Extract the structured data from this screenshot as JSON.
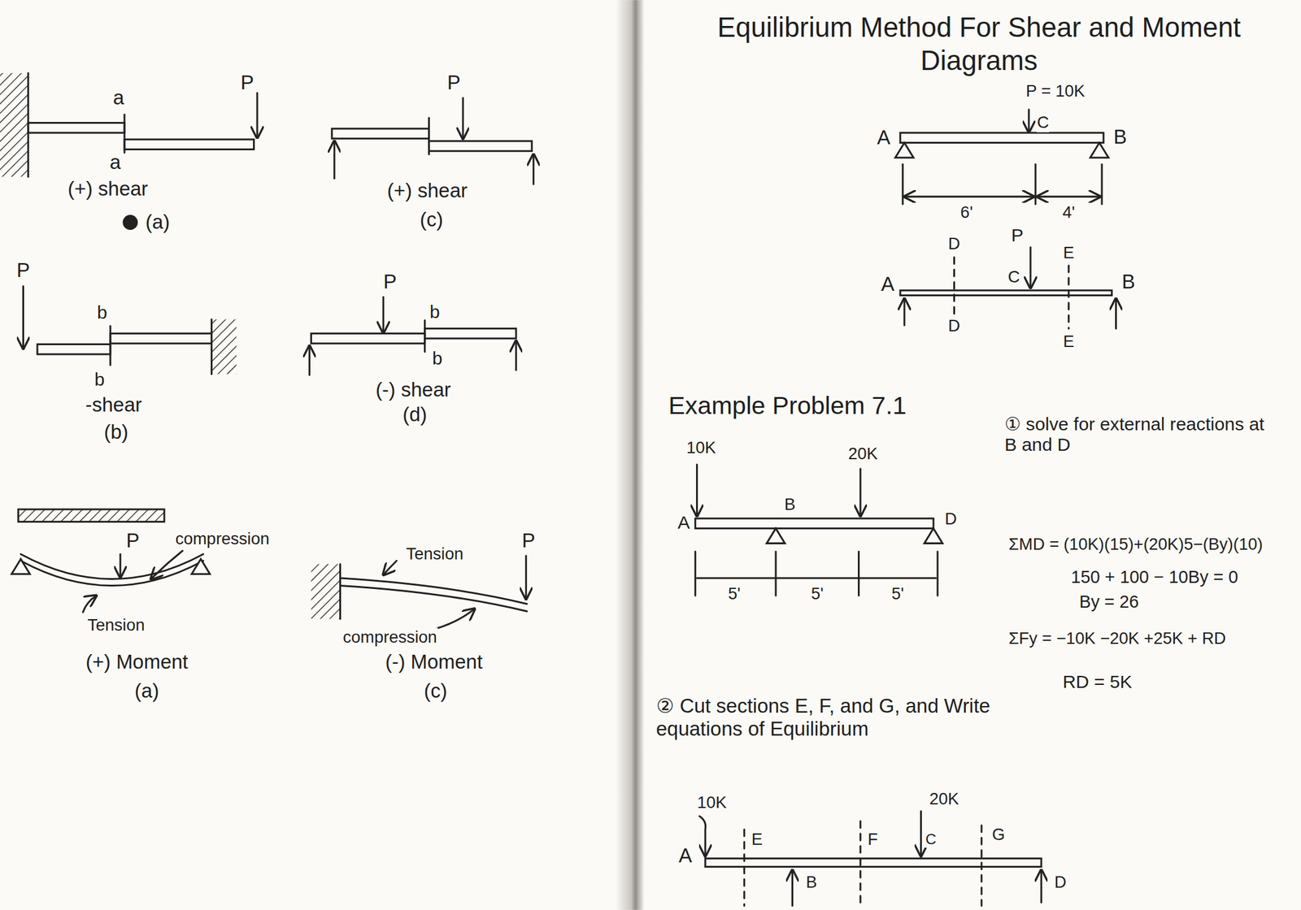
{
  "diagram": {
    "title": "Equilibrium Method For Shear and Moment Diagrams",
    "labels": [
      "a",
      "P",
      "a",
      "(+) shear",
      "(a)",
      "P",
      "(+) shear",
      "(c)",
      "P",
      "b",
      "b",
      "-shear",
      "(b)",
      "P",
      "b",
      "b",
      "(-) shear",
      "(d)",
      "P",
      "compression",
      "Tension",
      "(+) Moment",
      "(a)",
      "Tension",
      "P",
      "compression",
      "(-) Moment",
      "(c)",
      "P = 10K",
      "A",
      "C",
      "B",
      "6'",
      "4'",
      "D",
      "P",
      "E",
      "A",
      "C",
      "B",
      "D",
      "E",
      "Example Problem 7.1",
      "① solve for external reactions at B and D",
      "10K",
      "20K",
      "B",
      "A",
      "D",
      "5'",
      "5'",
      "5'",
      "ΣMD = (10K)(15)+(20K)5−(By)(10)",
      "150 + 100 − 10By = 0",
      "By = 26",
      "ΣFy = −10K −20K +25K + RD",
      "RD = 5K",
      "② Cut sections E, F, and G, and Write equations of Equilibrium",
      "10K",
      "20K",
      "A",
      "E",
      "F",
      "C",
      "G",
      "B",
      "D"
    ]
  }
}
